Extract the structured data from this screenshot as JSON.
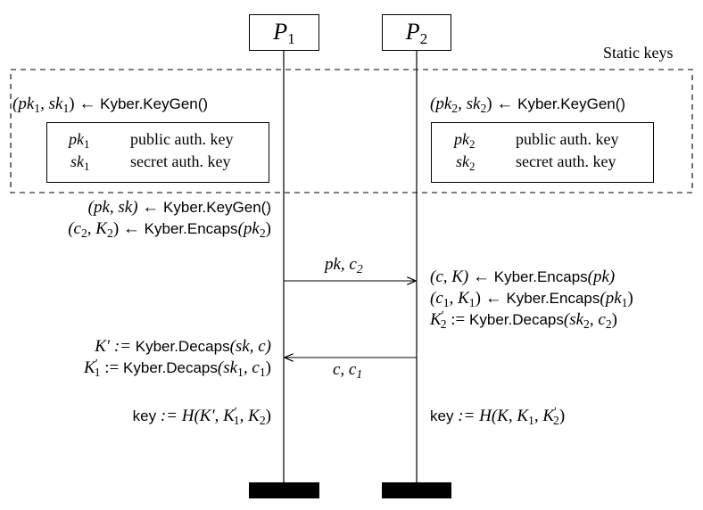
{
  "parties": {
    "p1": {
      "label": "P",
      "sub": "1"
    },
    "p2": {
      "label": "P",
      "sub": "2"
    }
  },
  "static_keys_label": "Static keys",
  "static": {
    "p1_keygen": {
      "pre": "(pk",
      "s1": "1",
      "mid": ", sk",
      "s2": "1",
      "post": ") ←",
      "fn": "Kyber.KeyGen()"
    },
    "p2_keygen": {
      "pre": "(pk",
      "s1": "2",
      "mid": ", sk",
      "s2": "2",
      "post": ") ←",
      "fn": "Kyber.KeyGen()"
    },
    "p1_box": {
      "row1": {
        "sym": "pk",
        "sub": "1",
        "desc": "public auth. key"
      },
      "row2": {
        "sym": "sk",
        "sub": "1",
        "desc": "secret auth. key"
      }
    },
    "p2_box": {
      "row1": {
        "sym": "pk",
        "sub": "2",
        "desc": "public auth. key"
      },
      "row2": {
        "sym": "sk",
        "sub": "2",
        "desc": "secret auth. key"
      }
    }
  },
  "p1_steps": {
    "keygen": {
      "pre": "(pk, sk) ←",
      "fn": "Kyber.KeyGen()"
    },
    "encaps": {
      "pre": "(c",
      "s1": "2",
      "mid": ", K",
      "s2": "2",
      "post": ") ←",
      "fn": "Kyber.Encaps",
      "arg": "(pk",
      "as": "2",
      "ae": ")"
    }
  },
  "msg1": {
    "text": "pk, c",
    "sub": "2"
  },
  "p2_steps": {
    "encaps1": {
      "pre": "(c, K) ←",
      "fn": "Kyber.Encaps",
      "arg": "(pk)"
    },
    "encaps2": {
      "pre": "(c",
      "s1": "1",
      "mid": ", K",
      "s2": "1",
      "post": ") ←",
      "fn": "Kyber.Encaps",
      "arg": "(pk",
      "as": "1",
      "ae": ")"
    },
    "decaps": {
      "pre": "K",
      "sp": "′",
      "sb": "2",
      "post": " :=",
      "fn": "Kyber.Decaps",
      "arg": "(sk",
      "as": "2",
      "ae": ", c",
      "as2": "2",
      "ae2": ")"
    }
  },
  "p1_decaps": {
    "d1": {
      "pre": "K′ :=",
      "fn": "Kyber.Decaps",
      "arg": "(sk, c)"
    },
    "d2": {
      "pre": "K",
      "sp": "′",
      "sb": "1",
      "post": " :=",
      "fn": "Kyber.Decaps",
      "arg": "(sk",
      "as": "1",
      "ae": ", c",
      "as2": "1",
      "ae2": ")"
    }
  },
  "msg2": {
    "text": "c, c",
    "sub": "1"
  },
  "p1_key": {
    "kw": "key",
    "assign": " := H(K′, K",
    "sp": "′",
    "sb": "1",
    "end": ", K",
    "es": "2",
    "close": ")"
  },
  "p2_key": {
    "kw": "key",
    "assign": " := H(K, K",
    "s1": "1",
    "mid": ", K",
    "sp": "′",
    "sb": "2",
    "close": ")"
  }
}
